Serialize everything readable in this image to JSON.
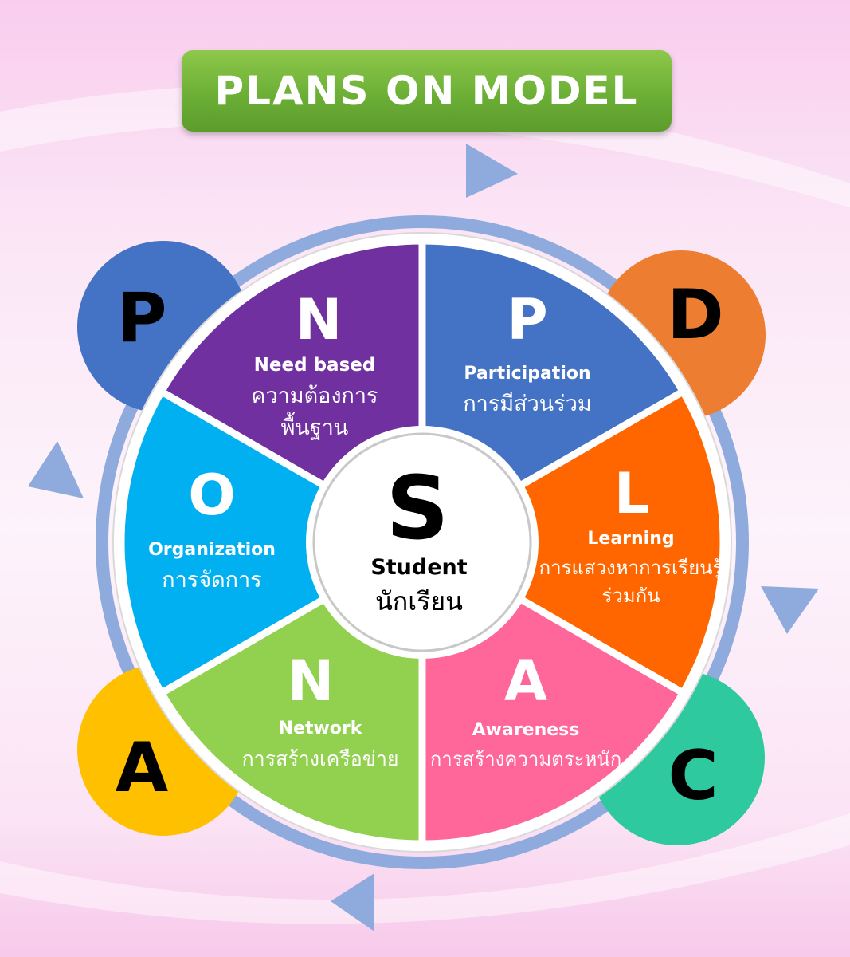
{
  "title": "PLANS ON MODEL",
  "center": {
    "letter": "S",
    "en": "Student",
    "th": "นักเรียน"
  },
  "segments": [
    {
      "letter": "N",
      "en": "Need based",
      "th1": "ความต้องการ",
      "th2": "พื้นฐาน",
      "color": "#7030a0"
    },
    {
      "letter": "P",
      "en": "Participation",
      "th1": "การมีส่วนร่วม",
      "color": "#4472c4"
    },
    {
      "letter": "L",
      "en": "Learning",
      "th1": "การแสวงหาการเรียนรู้",
      "th2": "ร่วมกัน",
      "color": "#ff6600"
    },
    {
      "letter": "A",
      "en": "Awareness",
      "th1": "การสร้างความตระหนัก",
      "color": "#ff6699"
    },
    {
      "letter": "N",
      "en": "Network",
      "th1": "การสร้างเครือข่าย",
      "color": "#92d050"
    },
    {
      "letter": "O",
      "en": "Organization",
      "th1": "การจัดการ",
      "color": "#00b0f0"
    }
  ],
  "cycle": [
    {
      "letter": "P",
      "color": "#4472c4"
    },
    {
      "letter": "D",
      "color": "#ed7d31"
    },
    {
      "letter": "C",
      "color": "#2fc9a0"
    },
    {
      "letter": "A",
      "color": "#ffc000"
    }
  ],
  "ring_color": "#8faadc"
}
